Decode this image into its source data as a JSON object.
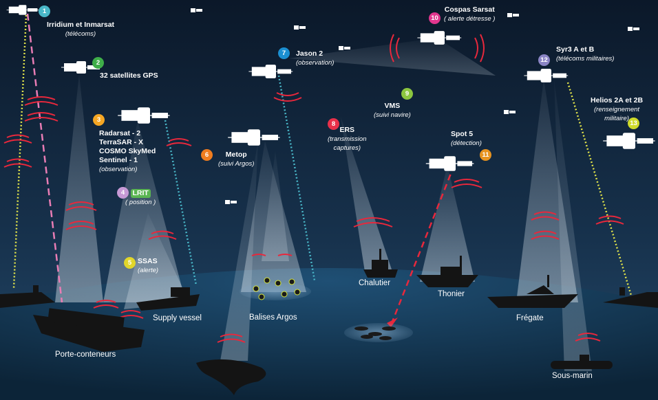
{
  "satellites": {
    "s1": {
      "number": "1",
      "name": "Irridium et Inmarsat",
      "role": "(télécoms)",
      "color": "#49b7c8"
    },
    "s2": {
      "number": "2",
      "name": "32 satellites GPS",
      "color": "#3fae49"
    },
    "s3": {
      "number": "3",
      "names": [
        "Radarsat - 2",
        "TerraSAR - X",
        "COSMO SkyMed",
        "Sentinel - 1"
      ],
      "role": "(observation)",
      "color": "#f5a623"
    },
    "s4": {
      "number": "4",
      "name": "LRIT",
      "role": "( position )",
      "color": "#c79ad6"
    },
    "s5": {
      "number": "5",
      "name": "SSAS",
      "role": "(alerte)",
      "color": "#e2d62a"
    },
    "s6": {
      "number": "6",
      "name": "Metop",
      "role": "(suivi Argos)",
      "color": "#f07d1f"
    },
    "s7": {
      "number": "7",
      "name": "Jason 2",
      "role": "(observation)",
      "color": "#1b8fd1"
    },
    "s8": {
      "number": "8",
      "name": "ERS",
      "role": "(transmission captures)",
      "role_lines": [
        "(transmission",
        "captures)"
      ],
      "color": "#e8304a"
    },
    "s9": {
      "number": "9",
      "name": "VMS",
      "role": "(suivi navire)",
      "color": "#8cc63f"
    },
    "s10": {
      "number": "10",
      "name": "Cospas Sarsat",
      "role": "( alerte détresse )",
      "color": "#e2368e"
    },
    "s11": {
      "number": "11",
      "name": "Spot 5",
      "role": "(détection)",
      "color": "#e79320"
    },
    "s12": {
      "number": "12",
      "name": "Syr3 A et B",
      "role": "(télécoms militaires)",
      "color": "#8a84c4"
    },
    "s13": {
      "number": "13",
      "name": "Helios 2A et 2B",
      "role": "(renseignement militaire)",
      "role_lines": [
        "(renseignement",
        "militaire)"
      ],
      "color": "#cfdb2a"
    }
  },
  "vessels": {
    "porte_conteneurs": "Porte-conteneurs",
    "supply_vessel": "Supply vessel",
    "balises_argos": "Balises Argos",
    "chalutier": "Chalutier",
    "thonier": "Thonier",
    "fregate": "Frégate",
    "sous_marin": "Sous-marin"
  },
  "colors": {
    "sky_top": "#0d1b2e",
    "sky_bottom": "#1f3e5c",
    "sea": "#123652",
    "wave": "#e8283c",
    "beam": "#cfd8e0",
    "link_pink": "#e97db5",
    "link_cyan": "#49b7c8",
    "link_yellow": "#e2e44a",
    "link_red": "#e8283c"
  }
}
